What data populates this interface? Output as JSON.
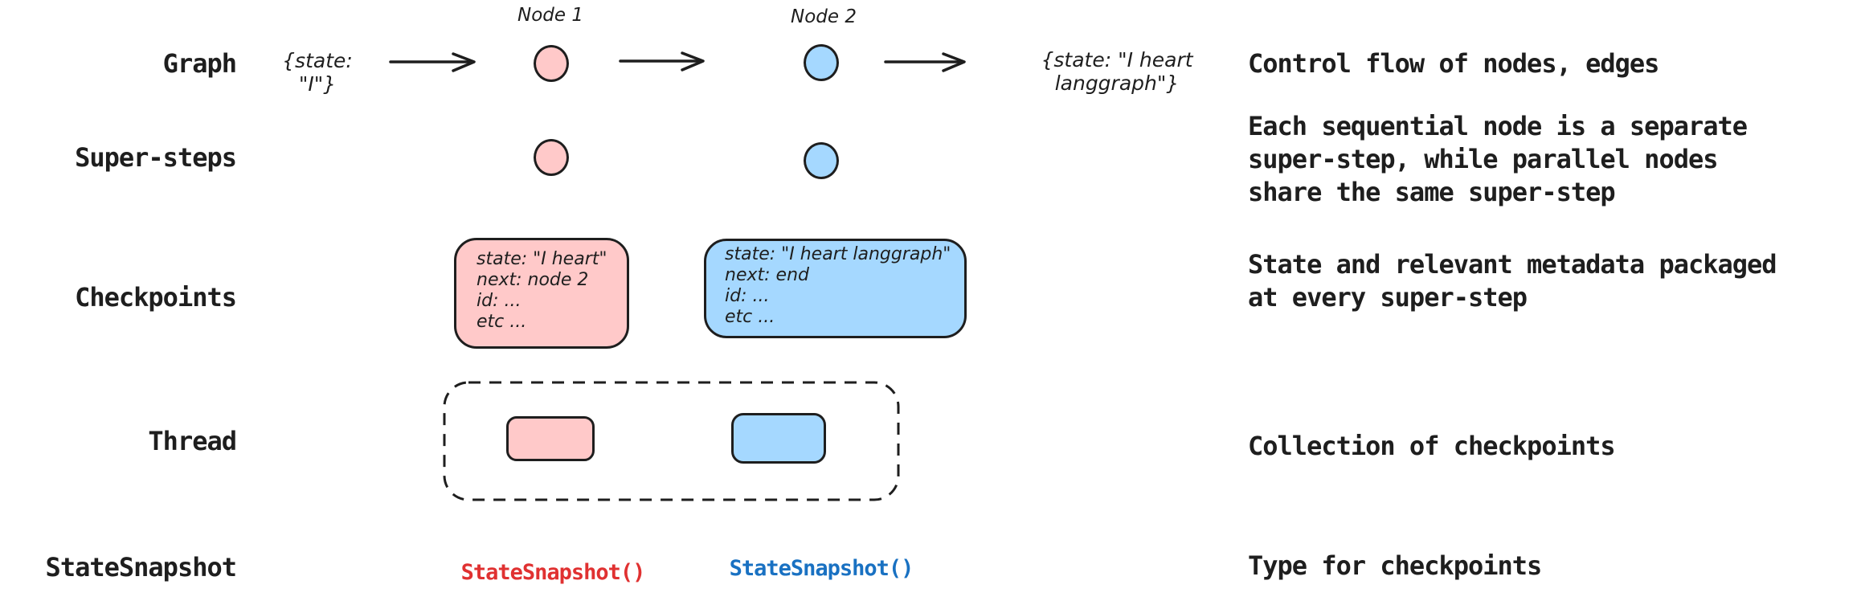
{
  "rows": [
    {
      "label": "Graph",
      "description": "Control flow of nodes, edges"
    },
    {
      "label": "Super-steps",
      "description": "Each sequential node is a separate\nsuper-step, while parallel nodes\nshare the same super-step"
    },
    {
      "label": "Checkpoints",
      "description": "State and relevant metadata packaged\nat every super-step"
    },
    {
      "label": "Thread",
      "description": "Collection of checkpoints"
    },
    {
      "label": "StateSnapshot",
      "description": "Type for checkpoints"
    }
  ],
  "graph_row": {
    "input_state": "{state: \"I\"}",
    "node1_label": "Node 1",
    "node2_label": "Node 2",
    "output_state": "{state: \"I heart langgraph\"}"
  },
  "checkpoints": {
    "checkpoint1_text": "state: \"I heart\"\nnext: node 2\nid: ...\netc ...",
    "checkpoint2_text": "state: \"I heart langgraph\"\nnext: end\nid: ...\netc ..."
  },
  "statesnapshot": {
    "call_red": "StateSnapshot()",
    "call_blue": "StateSnapshot()"
  },
  "colors": {
    "pink_fill": "#ffc9c9",
    "blue_fill": "#a5d8ff",
    "stroke": "#1e1e1e",
    "red_text": "#e03131",
    "blue_text": "#1971c2",
    "label_text": "#1e1e1e"
  }
}
